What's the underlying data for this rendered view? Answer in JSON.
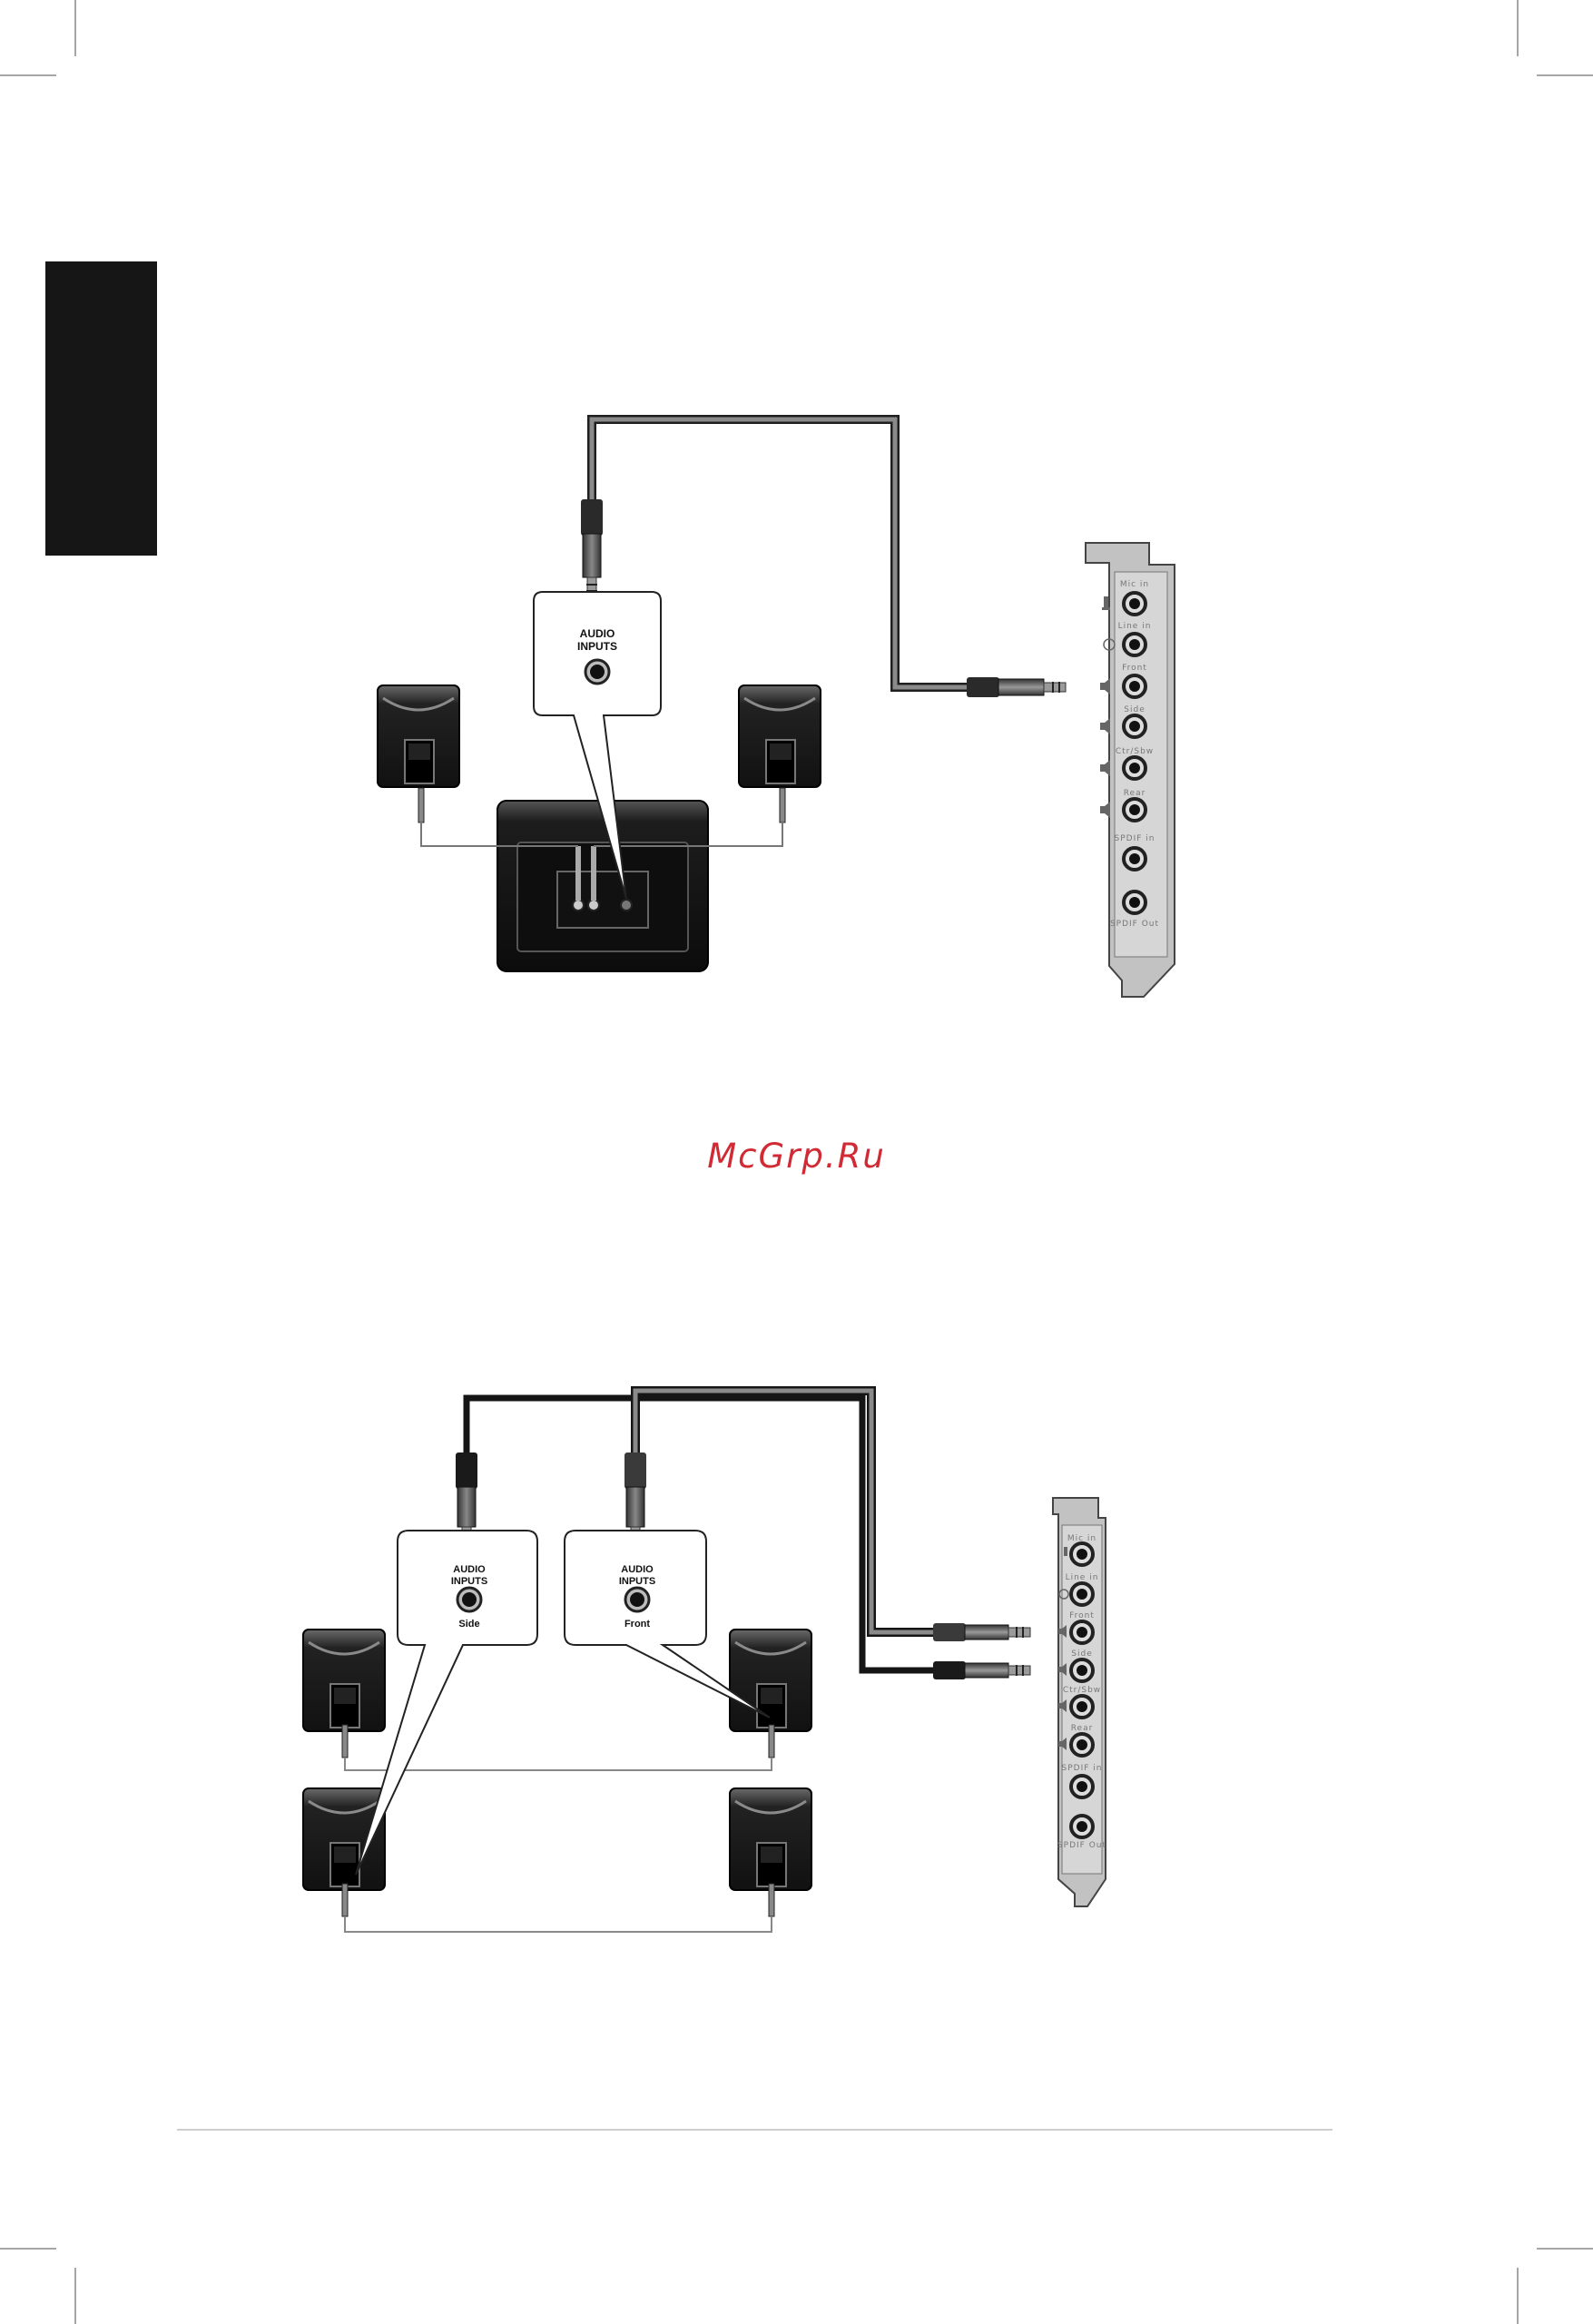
{
  "colors": {
    "tab": "#161616",
    "cable_dark": "#1f1f1f",
    "cable_gray": "#6f6f6f",
    "watermark": "#d22a35",
    "bracket": "#b9b9b9"
  },
  "watermark": "McGrp.Ru",
  "diagram1": {
    "callout": {
      "line1": "AUDIO",
      "line2": "INPUTS"
    }
  },
  "diagram2": {
    "callout_side": {
      "line1": "AUDIO",
      "line2": "INPUTS",
      "caption": "Side"
    },
    "callout_front": {
      "line1": "AUDIO",
      "line2": "INPUTS",
      "caption": "Front"
    }
  },
  "card_ports": [
    "Mic in",
    "Line in",
    "Front",
    "Side",
    "Ctr/Sbw",
    "Rear",
    "SPDIF in",
    "SPDIF Out"
  ],
  "icons": [
    "microphone-icon",
    "line-in-icon",
    "speaker-jack-icon",
    "headphone-plug-icon"
  ]
}
